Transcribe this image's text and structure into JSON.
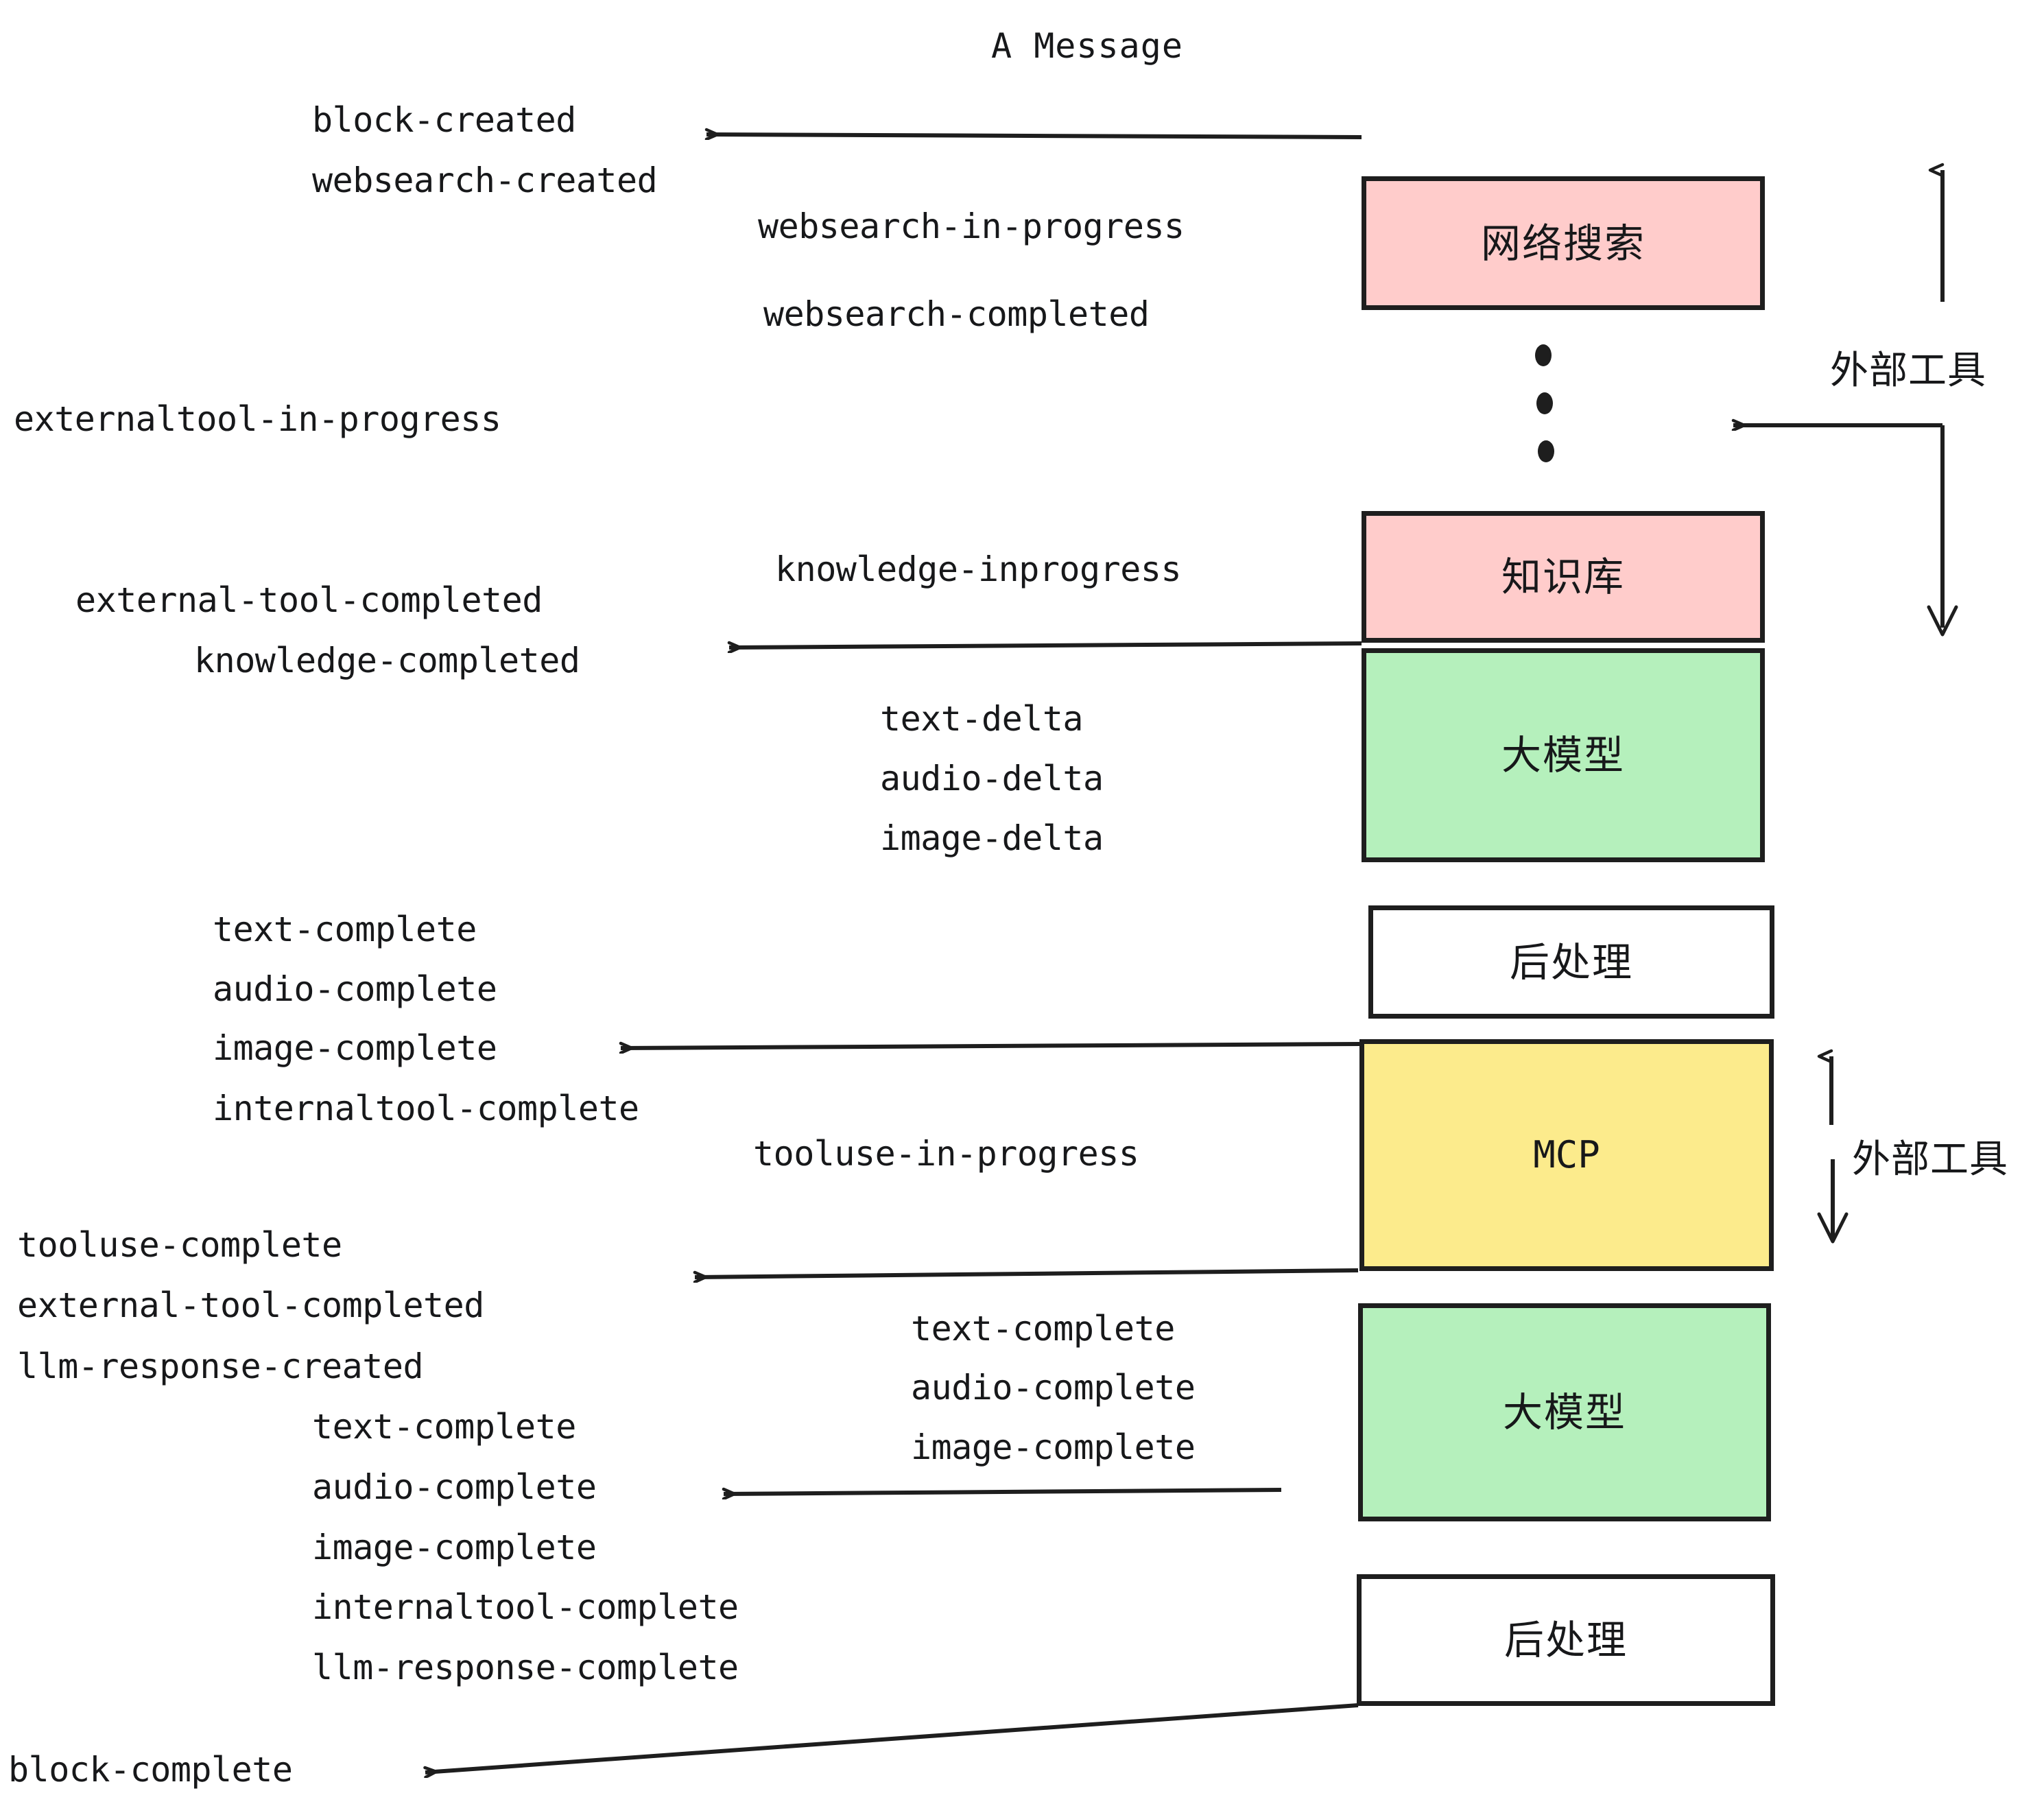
{
  "title": "A Message",
  "colors": {
    "pink": "#FFCCCB",
    "green": "#B5F0BC",
    "yellow": "#FCEB8C",
    "white": "#FFFFFF",
    "stroke": "#1E1E1E",
    "text": "#17181A"
  },
  "boxes": [
    {
      "id": "websearch",
      "label": "网络搜索",
      "fill": "#FFCCCB",
      "latin": false
    },
    {
      "id": "knowledge",
      "label": "知识库",
      "fill": "#FFCCCB",
      "latin": false
    },
    {
      "id": "llm-top",
      "label": "大模型",
      "fill": "#B5F0BC",
      "latin": false
    },
    {
      "id": "postprocess-top",
      "label": "后处理",
      "fill": "#FFFFFF",
      "latin": false
    },
    {
      "id": "mcp",
      "label": "MCP",
      "fill": "#FCEB8C",
      "latin": true
    },
    {
      "id": "llm-bottom",
      "label": "大模型",
      "fill": "#B5F0BC",
      "latin": false
    },
    {
      "id": "postprocess-bottom",
      "label": "后处理",
      "fill": "#FFFFFF",
      "latin": false
    }
  ],
  "side_notes": [
    {
      "id": "external-tool-top",
      "label": "外部工具"
    },
    {
      "id": "external-tool-bottom",
      "label": "外部工具"
    }
  ],
  "events": [
    {
      "id": "e01",
      "label": "block-created"
    },
    {
      "id": "e02",
      "label": "websearch-created"
    },
    {
      "id": "e03",
      "label": "websearch-in-progress"
    },
    {
      "id": "e04",
      "label": "websearch-completed"
    },
    {
      "id": "e05",
      "label": "externaltool-in-progress"
    },
    {
      "id": "e06",
      "label": "knowledge-inprogress"
    },
    {
      "id": "e07",
      "label": "external-tool-completed"
    },
    {
      "id": "e08",
      "label": "knowledge-completed"
    },
    {
      "id": "e09",
      "label": "text-delta"
    },
    {
      "id": "e10",
      "label": "audio-delta"
    },
    {
      "id": "e11",
      "label": "image-delta"
    },
    {
      "id": "e12",
      "label": "text-complete"
    },
    {
      "id": "e13",
      "label": "audio-complete"
    },
    {
      "id": "e14",
      "label": "image-complete"
    },
    {
      "id": "e15",
      "label": "internaltool-complete"
    },
    {
      "id": "e16",
      "label": "tooluse-in-progress"
    },
    {
      "id": "e17",
      "label": "tooluse-complete"
    },
    {
      "id": "e18",
      "label": "external-tool-completed"
    },
    {
      "id": "e19",
      "label": "llm-response-created"
    },
    {
      "id": "e20",
      "label": "text-complete"
    },
    {
      "id": "e21",
      "label": "audio-complete"
    },
    {
      "id": "e22",
      "label": "image-complete"
    },
    {
      "id": "e23",
      "label": "internaltool-complete"
    },
    {
      "id": "e24",
      "label": "llm-response-complete"
    },
    {
      "id": "e25",
      "label": "block-complete"
    }
  ]
}
